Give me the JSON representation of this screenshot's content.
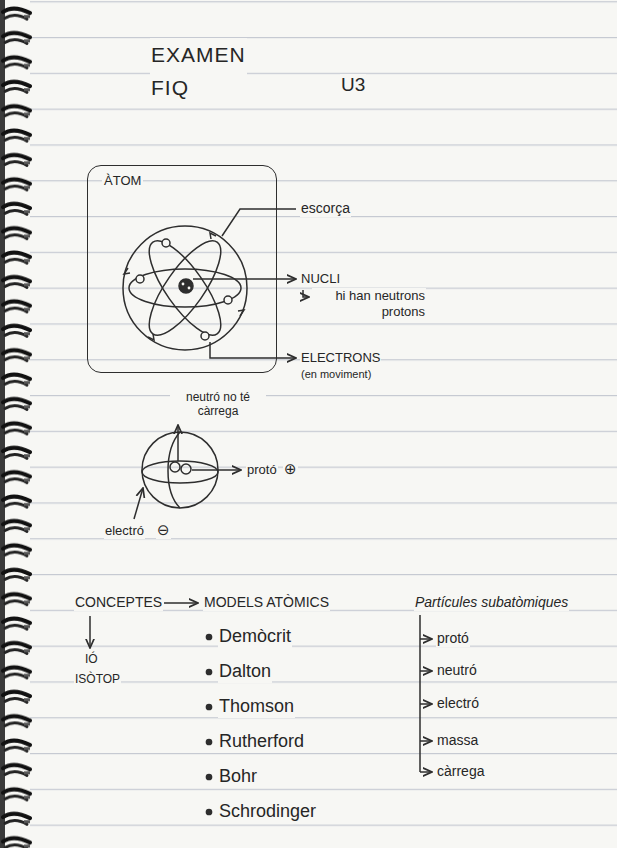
{
  "diagram": {
    "title": "EXAMEN FIQ",
    "nodes": [
      {
        "text": [
          "ÀTOM"
        ]
      }
    ],
    "labels": [
      "U3",
      "escorça",
      "NUCLI",
      "hi han neutrons protons",
      "ELECTRONS",
      "(en moviment)",
      "neutró no té càrrega",
      "protó",
      "⊕",
      "electró",
      "⊖",
      "CONCEPTES",
      "MODELS ATÒMICS",
      "IÓ",
      "ISÒTOP",
      "Demòcrit",
      "Dalton",
      "Thomson",
      "Rutherford",
      "Bohr",
      "Schrodinger",
      "Partícules subatòmiques",
      "protó",
      "neutró",
      "electró",
      "massa",
      "càrrega"
    ]
  }
}
